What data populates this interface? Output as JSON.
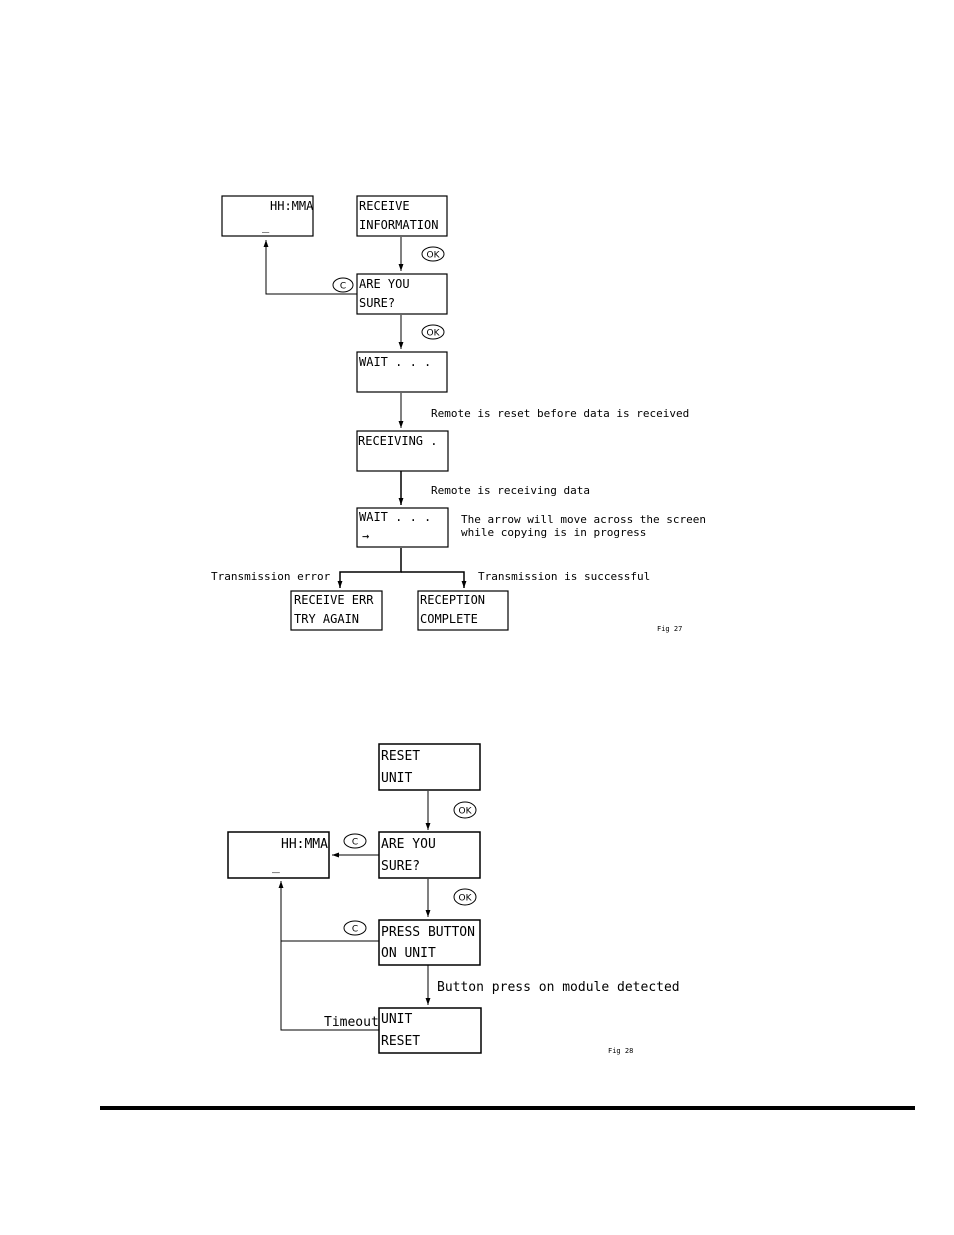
{
  "fig27": {
    "clock": {
      "line1": "HH:MMA",
      "line2": "_"
    },
    "receive_info": {
      "line1": "RECEIVE",
      "line2": "INFORMATION"
    },
    "ok_1": "OK",
    "cancel": "C",
    "are_you_sure": {
      "line1": "ARE YOU",
      "line2": "SURE?"
    },
    "ok_2": "OK",
    "wait": {
      "line1": "WAIT . . ."
    },
    "note_reset": "Remote is reset before data is received",
    "receiving": {
      "line1": "RECEIVING ."
    },
    "note_receiving": "Remote is receiving data",
    "wait_arrow": {
      "line1": "WAIT . . .",
      "line2": "→"
    },
    "note_arrow_1": "The arrow will move across the screen",
    "note_arrow_2": "while copying is in progress",
    "label_error": "Transmission error",
    "label_success": "Transmission is successful",
    "receive_err": {
      "line1": "RECEIVE ERR",
      "line2": "TRY AGAIN"
    },
    "reception_complete": {
      "line1": "RECEPTION",
      "line2": "COMPLETE"
    },
    "fig_label": "Fig 27"
  },
  "fig28": {
    "reset_unit": {
      "line1": "RESET",
      "line2": "UNIT"
    },
    "ok_1": "OK",
    "cancel_1": "C",
    "clock": {
      "line1": "HH:MMA",
      "line2": "_"
    },
    "are_you_sure": {
      "line1": "ARE YOU",
      "line2": "SURE?"
    },
    "ok_2": "OK",
    "cancel_2": "C",
    "press_button": {
      "line1": "PRESS BUTTON",
      "line2": "ON UNIT"
    },
    "note_button": "Button press on module detected",
    "label_timeout": "Timeout",
    "unit_reset": {
      "line1": "UNIT",
      "line2": "RESET"
    },
    "fig_label": "Fig 28"
  }
}
